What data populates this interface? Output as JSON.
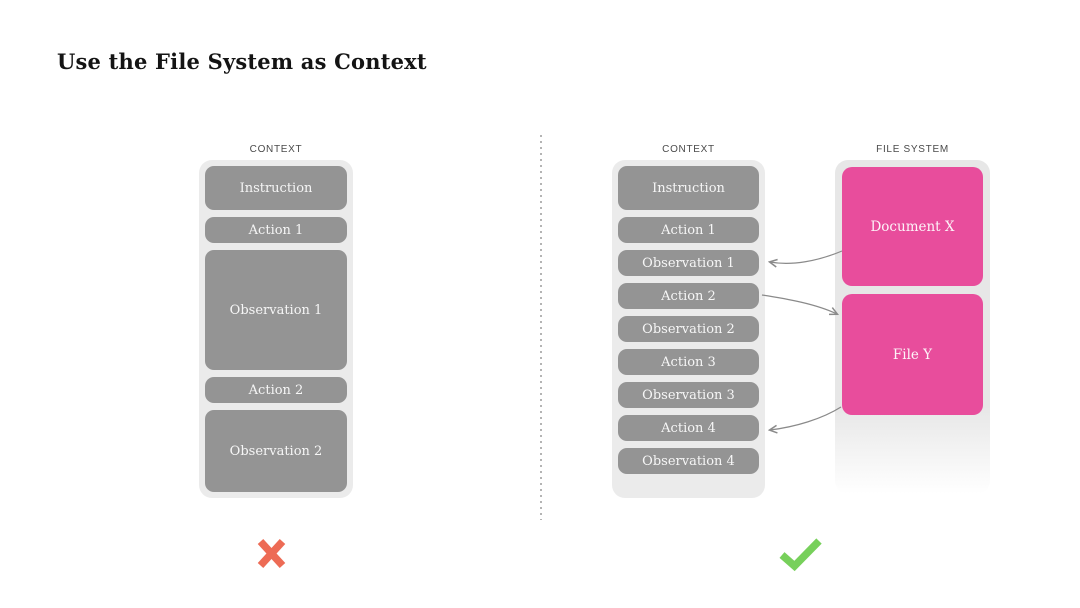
{
  "title": "Use the File System as Context",
  "left_panel": {
    "label": "CONTEXT",
    "boxes": [
      "Instruction",
      "Action 1",
      "Observation 1",
      "Action 2",
      "Observation 2"
    ],
    "verdict_icon": "x-mark"
  },
  "right_panel": {
    "context": {
      "label": "CONTEXT",
      "boxes": [
        "Instruction",
        "Action 1",
        "Observation 1",
        "Action 2",
        "Observation 2",
        "Action 3",
        "Observation 3",
        "Action 4",
        "Observation 4"
      ]
    },
    "file_system": {
      "label": "FILE SYSTEM",
      "boxes": [
        "Document X",
        "File Y"
      ]
    },
    "connections": [
      {
        "from": "Document X",
        "to": "Observation 1"
      },
      {
        "from": "Action 2",
        "to": "File Y"
      },
      {
        "from": "File Y",
        "to": "Action 4"
      }
    ],
    "verdict_icon": "check-mark"
  },
  "colors": {
    "box_gray": "#949494",
    "container_gray": "#ebebeb",
    "file_pink": "#e84d9c",
    "x_red": "#ed6b55",
    "check_green": "#77d05b",
    "arrow_gray": "#8a8a8a"
  }
}
